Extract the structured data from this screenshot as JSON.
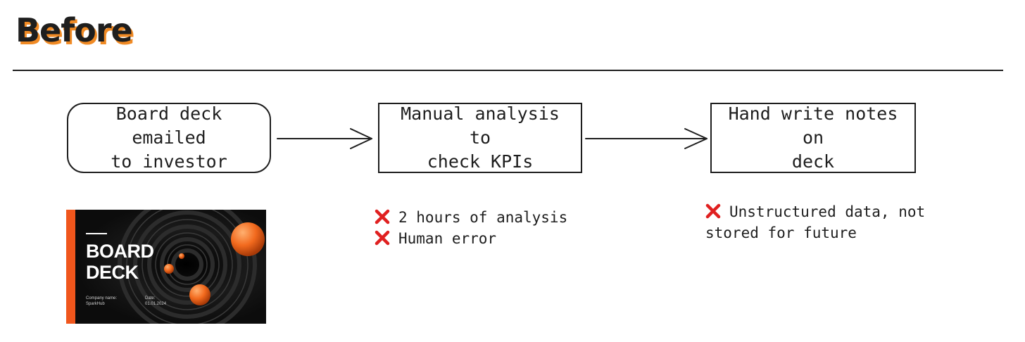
{
  "title": "Before",
  "steps": [
    {
      "line1": "Board deck emailed",
      "line2": "to investor"
    },
    {
      "line1": "Manual analysis to",
      "line2": "check KPIs"
    },
    {
      "line1": "Hand write notes on",
      "line2": "deck"
    }
  ],
  "notes_step2": [
    "2 hours of analysis",
    "Human error"
  ],
  "notes_step3": [
    "Unstructured data, not",
    "stored for future"
  ],
  "deck_thumbnail": {
    "title_line1": "BOARD",
    "title_line2": "DECK",
    "company_label": "Company name:",
    "company_value": "SparkHub",
    "date_label": "Date:",
    "date_value": "01.01.2024"
  },
  "colors": {
    "accent": "#f08a24",
    "deck_orange": "#f0561c",
    "x_mark": "#e02020",
    "ink": "#1e1e1e"
  },
  "icons": {
    "negative_mark": "x-mark-icon"
  }
}
